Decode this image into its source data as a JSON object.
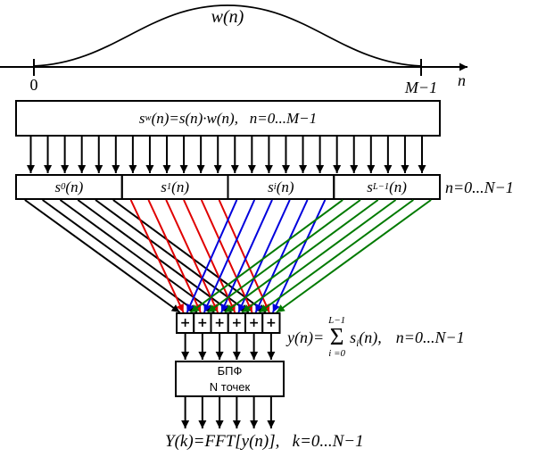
{
  "window_plot": {
    "curve_label": "w(n)",
    "tick_left": "0",
    "tick_right": "M−1",
    "axis_label": "n"
  },
  "stage1_box": {
    "base": "s",
    "sub": "w",
    "rest": "(n)=s(n)·w(n),   n=0...M−1"
  },
  "segment_row": {
    "boxes": [
      {
        "base": "s",
        "sub": "0",
        "rest": "(n)"
      },
      {
        "base": "s",
        "sub": "1",
        "rest": "(n)"
      },
      {
        "base": "s",
        "sub": "i",
        "rest": "(n)"
      },
      {
        "base": "s",
        "sub": "L−1",
        "rest": "(n)"
      }
    ],
    "side_label": "n=0...N−1"
  },
  "adders": {
    "plus_symbol": "+"
  },
  "sum_formula": {
    "lhs": "y(n)=",
    "upper": "L−1",
    "sigma": "Σ",
    "lower": "i =0",
    "term_base": "s",
    "term_sub": "i",
    "term_rest": "(n),",
    "tail": "n=0...N−1"
  },
  "fft_box": {
    "line1": "БПФ",
    "line2": "N точек"
  },
  "output_formula": {
    "text": "Y(k)=FFT[y(n)],   k=0...N−1"
  },
  "diagram": {
    "input_arrow_count": 24,
    "segment_count": 4,
    "taps_per_segment": 6,
    "adder_count": 6,
    "line_colors": [
      "#000000",
      "#e00000",
      "#0000dd",
      "#007a00"
    ]
  }
}
